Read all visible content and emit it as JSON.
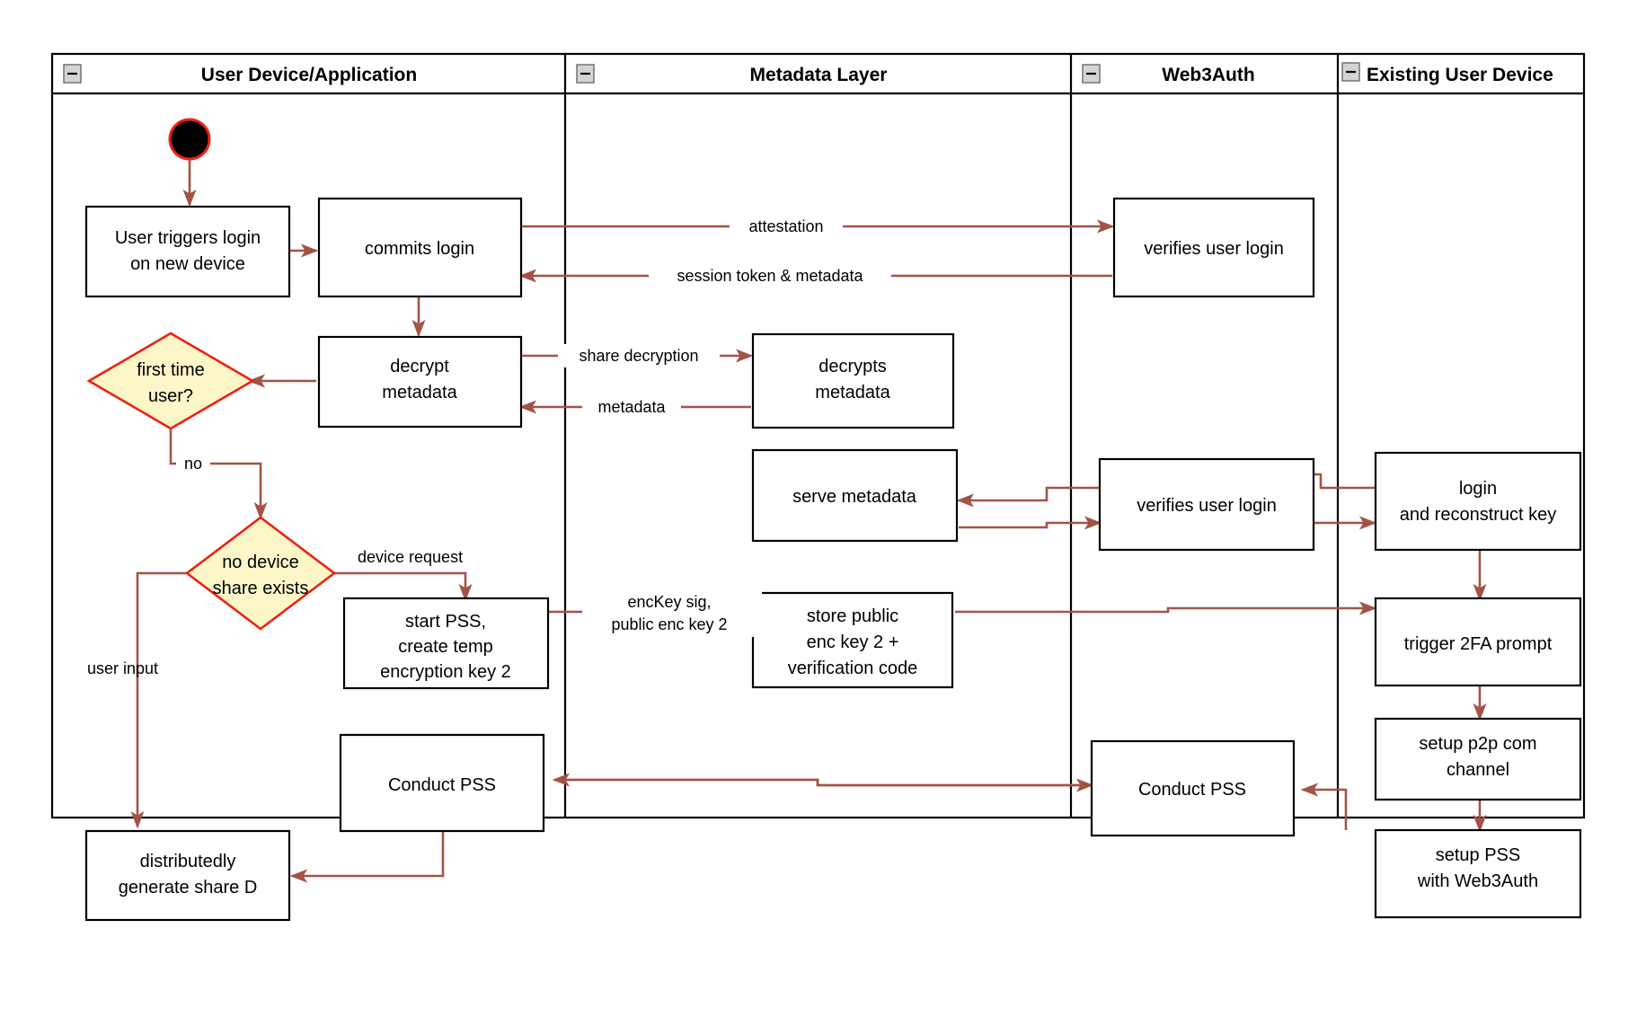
{
  "diagram": {
    "type": "swimlane-activity-diagram",
    "title": "Web3Auth new device login / PSS flow",
    "colors": {
      "edge": "#a35346",
      "decision_fill": "#fdf6c9",
      "decision_stroke": "#ee2211",
      "box_fill": "#ffffff",
      "box_stroke": "#000000",
      "start_fill": "#000000",
      "start_stroke": "#ee2211"
    },
    "lanes": [
      {
        "id": "lane-user-device",
        "label": "User Device/Application",
        "collapse_icon": "collapse-minus-icon"
      },
      {
        "id": "lane-metadata",
        "label": "Metadata Layer",
        "collapse_icon": "collapse-minus-icon"
      },
      {
        "id": "lane-web3auth",
        "label": "Web3Auth",
        "collapse_icon": "collapse-minus-icon"
      },
      {
        "id": "lane-existing-device",
        "label": "Existing User Device",
        "collapse_icon": "collapse-minus-icon"
      }
    ],
    "nodes": [
      {
        "id": "start",
        "shape": "start",
        "lane": "lane-user-device",
        "label": ""
      },
      {
        "id": "n-user-triggers",
        "shape": "box",
        "lane": "lane-user-device",
        "line1": "User triggers login",
        "line2": "on new device"
      },
      {
        "id": "n-commits-login",
        "shape": "box",
        "lane": "lane-user-device",
        "line1": "commits login",
        "line2": ""
      },
      {
        "id": "n-decrypt-metadata",
        "shape": "box",
        "lane": "lane-user-device",
        "line1": "decrypt",
        "line2": "metadata"
      },
      {
        "id": "n-first-time-user",
        "shape": "diamond",
        "lane": "lane-user-device",
        "line1": "first time",
        "line2": "user?"
      },
      {
        "id": "n-no-device-share",
        "shape": "diamond",
        "lane": "lane-user-device",
        "line1": "no device",
        "line2": "share exists"
      },
      {
        "id": "n-start-pss",
        "shape": "box",
        "lane": "lane-user-device",
        "line1": "start PSS,",
        "line2": "create temp",
        "line3": "encryption key 2"
      },
      {
        "id": "n-conduct-pss-user",
        "shape": "box",
        "lane": "lane-user-device",
        "line1": "Conduct PSS",
        "line2": ""
      },
      {
        "id": "n-distributedly-generate",
        "shape": "box",
        "lane": "lane-user-device",
        "line1": "distributedly",
        "line2": "generate share D"
      },
      {
        "id": "n-decrypts-metadata",
        "shape": "box",
        "lane": "lane-metadata",
        "line1": "decrypts",
        "line2": "metadata"
      },
      {
        "id": "n-serve-metadata",
        "shape": "box",
        "lane": "lane-metadata",
        "line1": "serve metadata",
        "line2": ""
      },
      {
        "id": "n-store-public-key",
        "shape": "box",
        "lane": "lane-metadata",
        "line1": "store public",
        "line2": "enc key 2 +",
        "line3": "verification code"
      },
      {
        "id": "n-verifies-login-1",
        "shape": "box",
        "lane": "lane-web3auth",
        "line1": "verifies user login",
        "line2": ""
      },
      {
        "id": "n-verifies-login-2",
        "shape": "box",
        "lane": "lane-web3auth",
        "line1": "verifies user login",
        "line2": ""
      },
      {
        "id": "n-conduct-pss-web3auth",
        "shape": "box",
        "lane": "lane-web3auth",
        "line1": "Conduct PSS",
        "line2": ""
      },
      {
        "id": "n-login-reconstruct",
        "shape": "box",
        "lane": "lane-existing-device",
        "line1": "login",
        "line2": "and reconstruct key"
      },
      {
        "id": "n-trigger-2fa",
        "shape": "box",
        "lane": "lane-existing-device",
        "line1": "trigger 2FA prompt",
        "line2": ""
      },
      {
        "id": "n-setup-p2p",
        "shape": "box",
        "lane": "lane-existing-device",
        "line1": "setup p2p com",
        "line2": "channel"
      },
      {
        "id": "n-setup-pss",
        "shape": "box",
        "lane": "lane-existing-device",
        "line1": "setup PSS",
        "line2": "with Web3Auth"
      }
    ],
    "edge_labels": {
      "attestation": "attestation",
      "session_token": "session token & metadata",
      "share_decryption": "share decryption",
      "metadata": "metadata",
      "no": "no",
      "device_request": "device request",
      "user_input": "user input",
      "enckey_line1": "encKey sig,",
      "enckey_line2": "public enc key 2"
    }
  }
}
